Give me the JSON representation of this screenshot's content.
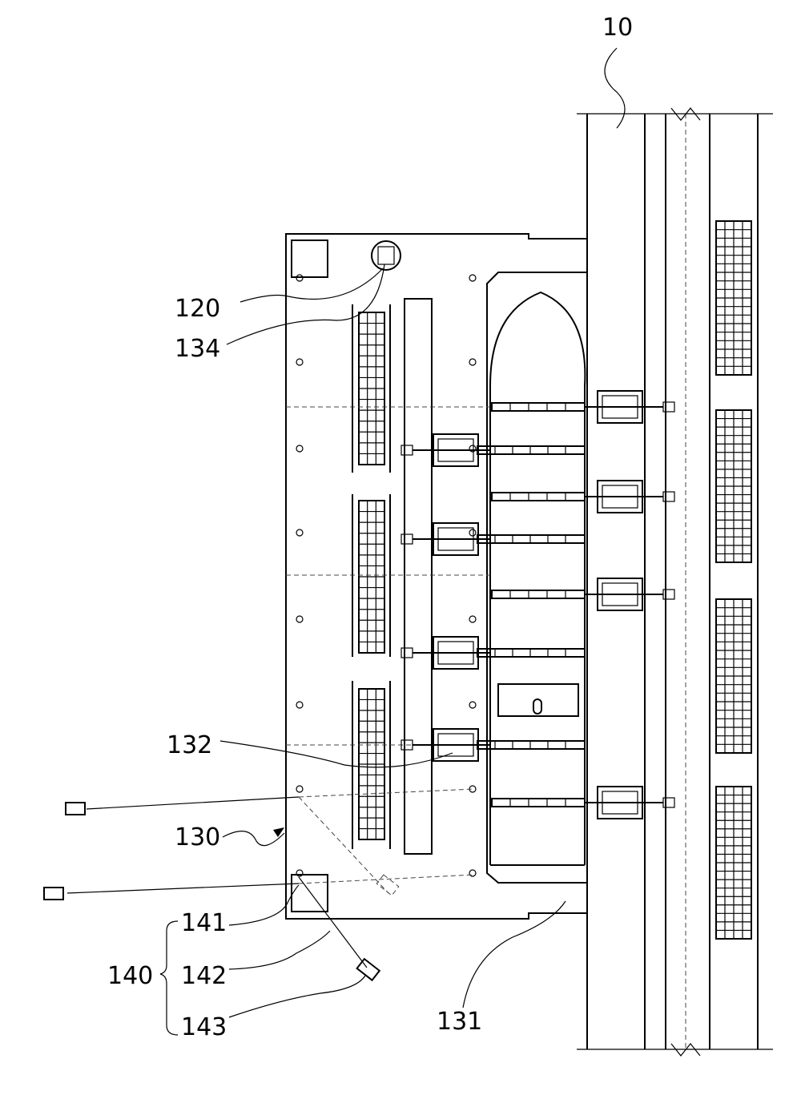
{
  "labels": {
    "l10": "10",
    "l120": "120",
    "l134": "134",
    "l132": "132",
    "l130": "130",
    "l141": "141",
    "l140": "140",
    "l142": "142",
    "l143": "143",
    "l131": "131"
  }
}
